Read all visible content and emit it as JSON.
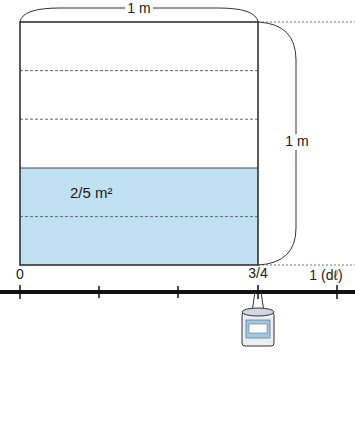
{
  "diagram": {
    "nodes": [
      {
        "text": [
          "2/5 m²"
        ]
      }
    ],
    "labels": [
      "1 m",
      "1 m",
      "0",
      "3/4",
      "1 (dℓ)"
    ]
  }
}
